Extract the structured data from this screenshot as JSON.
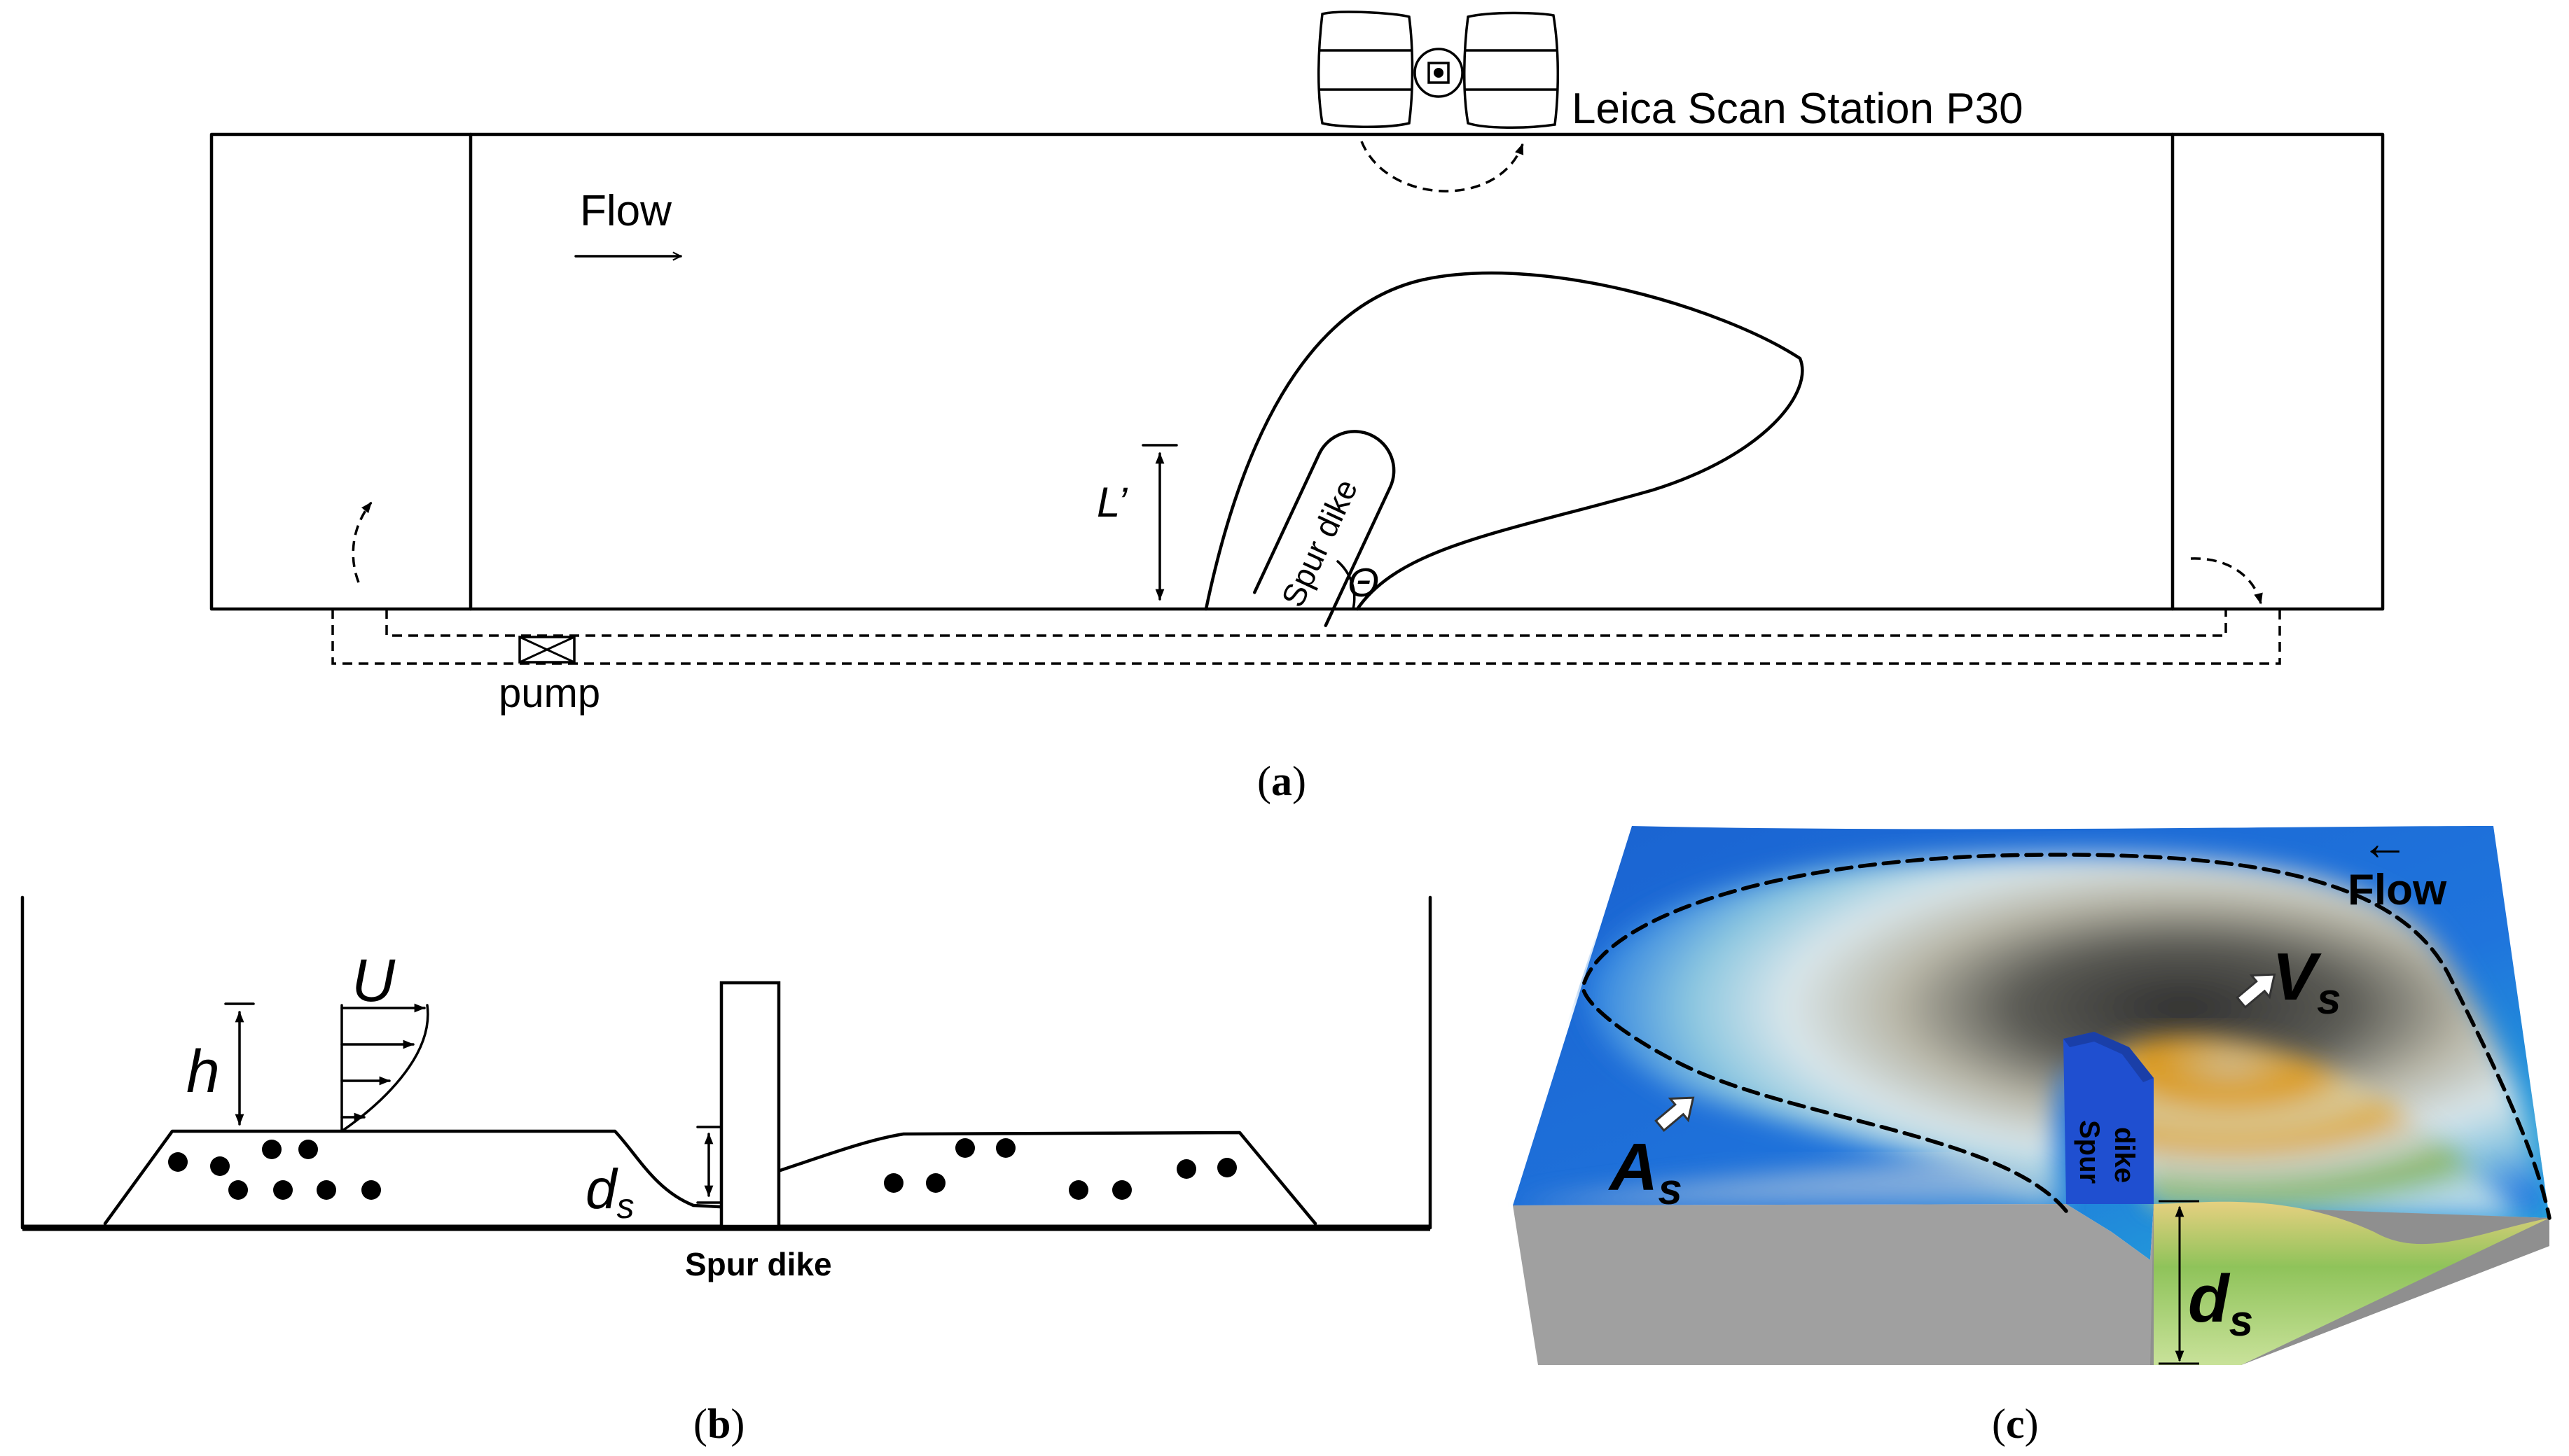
{
  "panel_a": {
    "instrument_label": "Leica Scan Station P30",
    "flow_label": "Flow",
    "pump_label": "pump",
    "spur_dike_label": "Spur dike",
    "length_label": "L’",
    "angle_label": "Θ",
    "caption_prefix": "(",
    "caption_letter": "a",
    "caption_suffix": ")"
  },
  "panel_b": {
    "velocity_symbol": "U",
    "depth_symbol": "h",
    "scour_symbol": "d",
    "scour_subscript": "s",
    "spur_dike_label": "Spur dike",
    "caption_prefix": "(",
    "caption_letter": "b",
    "caption_suffix": ")"
  },
  "panel_c": {
    "flow_label": "Flow",
    "flow_arrow": "←",
    "volume_symbol": "V",
    "volume_subscript": "s",
    "area_symbol": "A",
    "area_subscript": "s",
    "depth_symbol": "d",
    "depth_subscript": "s",
    "spur_line1": "Spur",
    "spur_line2": "dike",
    "caption_prefix": "(",
    "caption_letter": "c",
    "caption_suffix": ")",
    "colors": {
      "bed_blue": "#1f6fd6",
      "scour_dark": "#3a3a3a",
      "scour_light": "#cfd8dc",
      "ring_orange": "#e39a12",
      "ring_green": "#7fb04a",
      "base_gray": "#9e9e9e",
      "dike_blue": "#1f4fd0"
    }
  }
}
